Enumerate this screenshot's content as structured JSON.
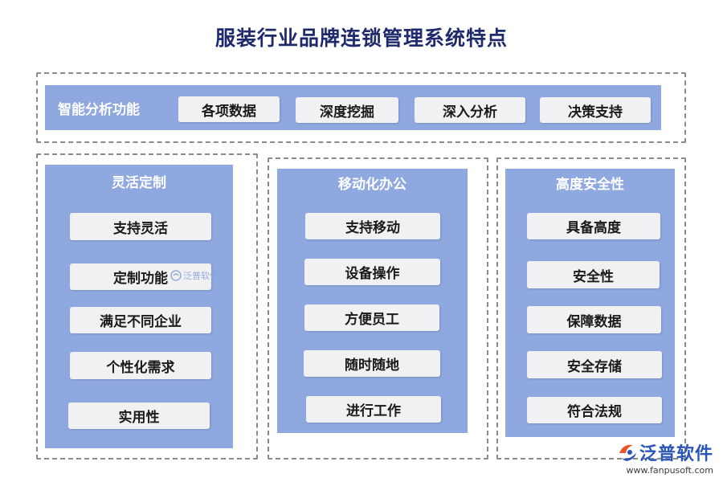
{
  "title": "服装行业品牌连锁管理系统特点",
  "top": {
    "label": "智能分析功能",
    "items": [
      "各项数据",
      "深度挖掘",
      "深入分析",
      "决策支持"
    ]
  },
  "columns": [
    {
      "title": "灵活定制",
      "items": [
        "支持灵活",
        "定制功能",
        "满足不同企业",
        "个性化需求",
        "实用性"
      ]
    },
    {
      "title": "移动化办公",
      "items": [
        "支持移动",
        "设备操作",
        "方便员工",
        "随时随地",
        "进行工作"
      ]
    },
    {
      "title": "高度安全性",
      "items": [
        "具备高度",
        "安全性",
        "保障数据",
        "安全存储",
        "符合法规"
      ]
    }
  ],
  "watermark": {
    "small": "泛普软件"
  },
  "logo": {
    "name": "泛普软件",
    "url": "www.fanpusoft.com",
    "icon": "fanpu-logo-icon"
  },
  "colors": {
    "panel": "#8fa8e0",
    "item": "#f1f1f4",
    "title": "#1e2a6b",
    "logo": "#2a56b8"
  }
}
